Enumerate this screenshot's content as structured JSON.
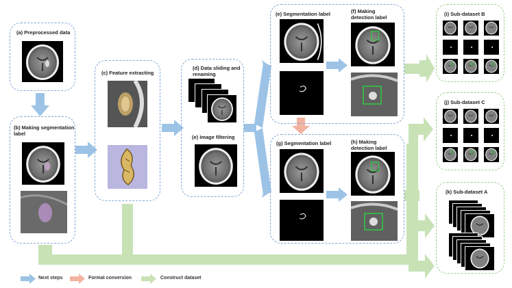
{
  "panels": {
    "a": "(a) Preprocessed data",
    "b": "(b) Making segmentation label",
    "c": "(c) Feature extracting",
    "d": "(d) Data sliding and renaming",
    "e_filter": "(e) Image filtering",
    "e_seg": "(e) Segmentation label",
    "f": "(f) Making detection label",
    "g": "(g) Segmentation label",
    "h": "(h) Making detection label",
    "i": "(i) Sub-dataset B",
    "j": "(j) Sub-dataset C",
    "k": "(k) Sub-dataset A"
  },
  "legend": {
    "next": "Next steps",
    "format": "Format conversion",
    "construct": "Construct dataset"
  },
  "colors": {
    "blue_arrow": "#9cc3e6",
    "salmon_arrow": "#f2b3a0",
    "green_arrow": "#c8e2b6",
    "blue_border": "#7fa6d6",
    "green_border": "#9ccf8a",
    "label_box": "#2ecc40"
  }
}
